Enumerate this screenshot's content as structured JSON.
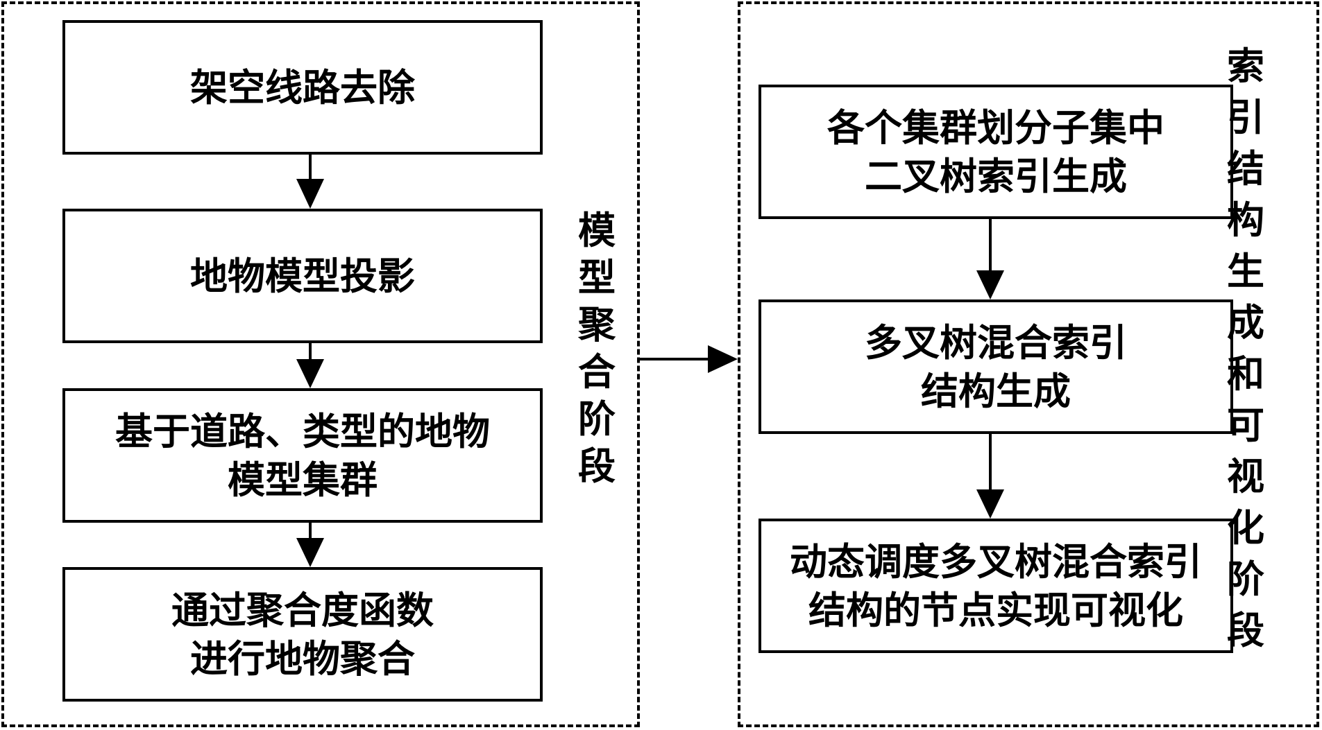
{
  "stages": {
    "left": {
      "label_chars": [
        "模",
        "型",
        "聚",
        "合",
        "阶",
        "段"
      ],
      "steps": [
        {
          "lines": [
            "架空线路去除"
          ]
        },
        {
          "lines": [
            "地物模型投影"
          ]
        },
        {
          "lines": [
            "基于道路、类型的地物",
            "模型集群"
          ]
        },
        {
          "lines": [
            "通过聚合度函数",
            "进行地物聚合"
          ]
        }
      ]
    },
    "right": {
      "label_chars": [
        "索",
        "引",
        "结",
        "构",
        "生",
        "成",
        "和",
        "可",
        "视",
        "化",
        "阶",
        "段"
      ],
      "steps": [
        {
          "lines": [
            "各个集群划分子集中",
            "二叉树索引生成"
          ]
        },
        {
          "lines": [
            "多叉树混合索引",
            "结构生成"
          ]
        },
        {
          "lines": [
            "动态调度多叉树混合索引",
            "结构的节点实现可视化"
          ]
        }
      ]
    }
  }
}
